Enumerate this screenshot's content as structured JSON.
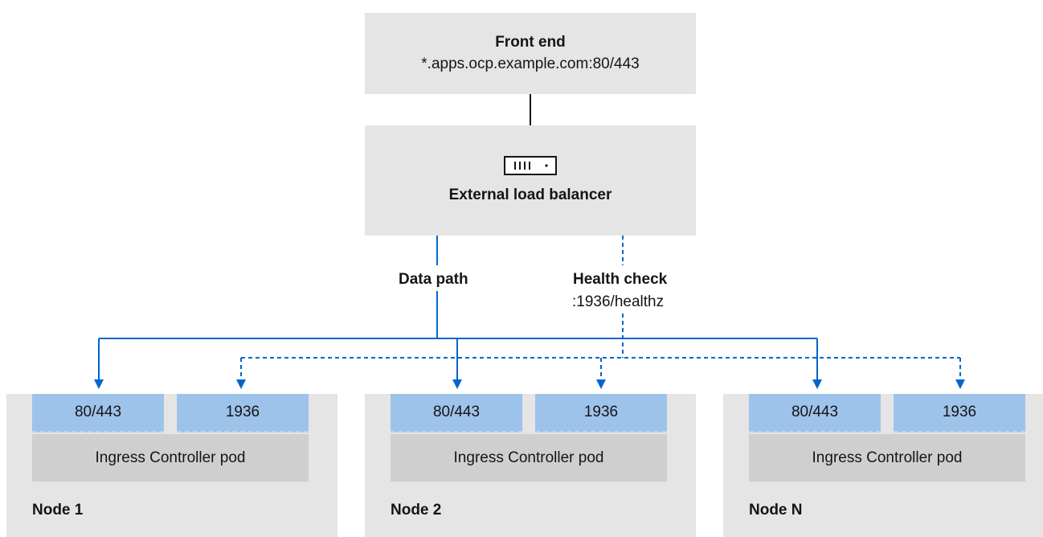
{
  "front_end": {
    "title": "Front end",
    "subtitle": "*.apps.ocp.example.com:80/443"
  },
  "load_balancer": {
    "title": "External load balancer",
    "icon": "server-icon"
  },
  "paths": {
    "data_path_label": "Data path",
    "health_check_label": "Health check",
    "health_check_endpoint": ":1936/healthz"
  },
  "colors": {
    "box_gray": "#e5e5e5",
    "pod_gray": "#cfcfcf",
    "port_blue": "#9ec3ea",
    "arrow_blue": "#0066cc",
    "line_dark": "#151515"
  },
  "nodes": [
    {
      "label": "Node 1",
      "port_http": "80/443",
      "port_health": "1936",
      "pod": "Ingress Controller pod"
    },
    {
      "label": "Node 2",
      "port_http": "80/443",
      "port_health": "1936",
      "pod": "Ingress Controller pod"
    },
    {
      "label": "Node N",
      "port_http": "80/443",
      "port_health": "1936",
      "pod": "Ingress Controller pod"
    }
  ]
}
